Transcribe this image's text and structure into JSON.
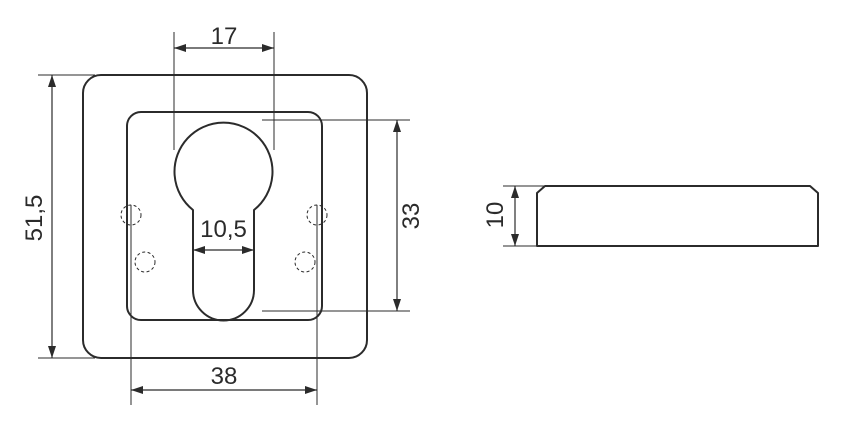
{
  "dimensions": {
    "keyhole_width": "17",
    "slot_width": "10,5",
    "inner_height": "33",
    "outer_height": "51,5",
    "hole_spacing": "38",
    "thickness": "10"
  },
  "colors": {
    "line": "#2b2b2b",
    "background": "#ffffff"
  }
}
